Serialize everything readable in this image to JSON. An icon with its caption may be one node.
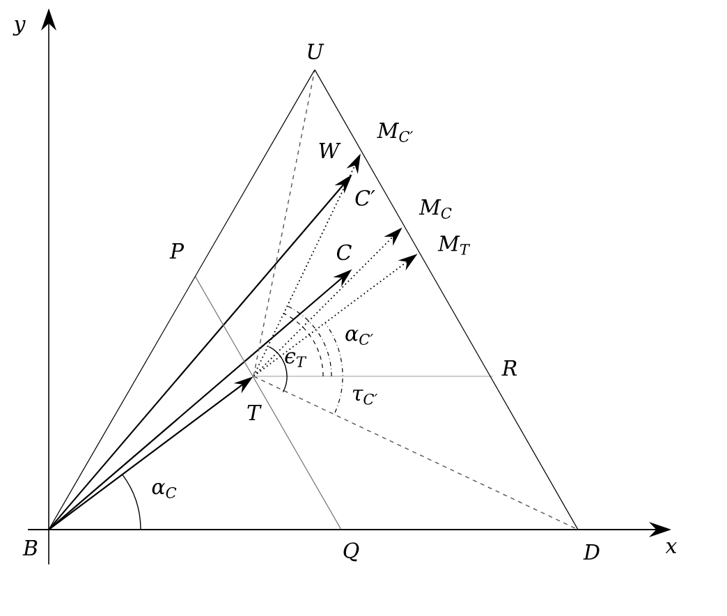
{
  "diagram": {
    "nodes": [
      {
        "text": [
          "B"
        ]
      },
      {
        "text": [
          "D"
        ]
      },
      {
        "text": [
          "U"
        ]
      },
      {
        "text": [
          "T"
        ]
      },
      {
        "text": [
          "Q"
        ]
      },
      {
        "text": [
          "P"
        ]
      },
      {
        "text": [
          "R"
        ]
      },
      {
        "text": [
          "C"
        ]
      },
      {
        "text": [
          "C′"
        ]
      },
      {
        "text": [
          "W"
        ]
      },
      {
        "text": [
          "M$_{C′}$"
        ]
      },
      {
        "text": [
          "M$_{C}$"
        ]
      },
      {
        "text": [
          "M$_{T}$"
        ]
      }
    ],
    "edges": [
      {
        "from": 0,
        "to": 9,
        "arrow": "to"
      },
      {
        "from": 0,
        "to": 7,
        "arrow": "to"
      },
      {
        "from": 0,
        "to": 3,
        "arrow": "to"
      },
      {
        "from": 3,
        "to": 10,
        "arrow": "to",
        "style": "dashed"
      },
      {
        "from": 3,
        "to": 11,
        "arrow": "to",
        "style": "dashed"
      },
      {
        "from": 3,
        "to": 12,
        "arrow": "to",
        "style": "dashed"
      },
      {
        "from": 3,
        "to": 2,
        "arrow": "none",
        "style": "dashed",
        "color": "#555555"
      },
      {
        "from": 3,
        "to": 1,
        "arrow": "none",
        "style": "dashed",
        "color": "#555555"
      },
      {
        "from": 5,
        "to": 4,
        "arrow": "none",
        "color": "#777777"
      },
      {
        "from": 3,
        "to": 6,
        "arrow": "none",
        "color": "#999999"
      },
      {
        "from": 0,
        "to": 2,
        "arrow": "none"
      },
      {
        "from": 2,
        "to": 1,
        "arrow": "none"
      }
    ],
    "labels": [
      "y",
      "x",
      "α$_{C}$",
      "ϵ$_{T}$",
      "α$_{C′}$",
      "τ$_{C′}$"
    ]
  }
}
